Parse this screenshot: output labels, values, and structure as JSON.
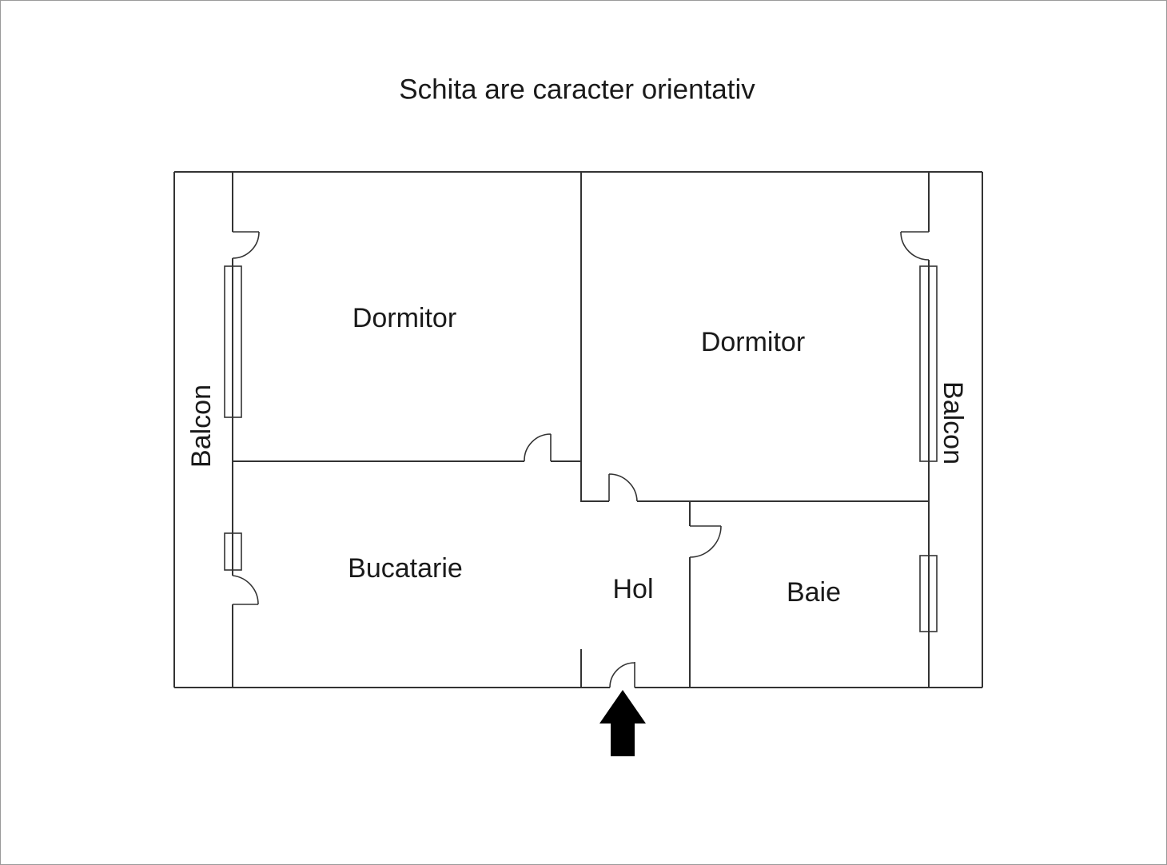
{
  "title": "Schita are caracter orientativ",
  "rooms": {
    "dormitor_left": {
      "label": "Dormitor"
    },
    "dormitor_right": {
      "label": "Dormitor"
    },
    "bucatarie": {
      "label": "Bucatarie"
    },
    "hol": {
      "label": "Hol"
    },
    "baie": {
      "label": "Baie"
    },
    "balcon_left": {
      "label": "Balcon"
    },
    "balcon_right": {
      "label": "Balcon"
    }
  },
  "icons": {
    "entrance_arrow": "arrow-up"
  },
  "colors": {
    "wall": "#333333",
    "text": "#1a1a1a",
    "arrow": "#000000",
    "background": "#ffffff",
    "page_border": "#9a9a9a"
  }
}
